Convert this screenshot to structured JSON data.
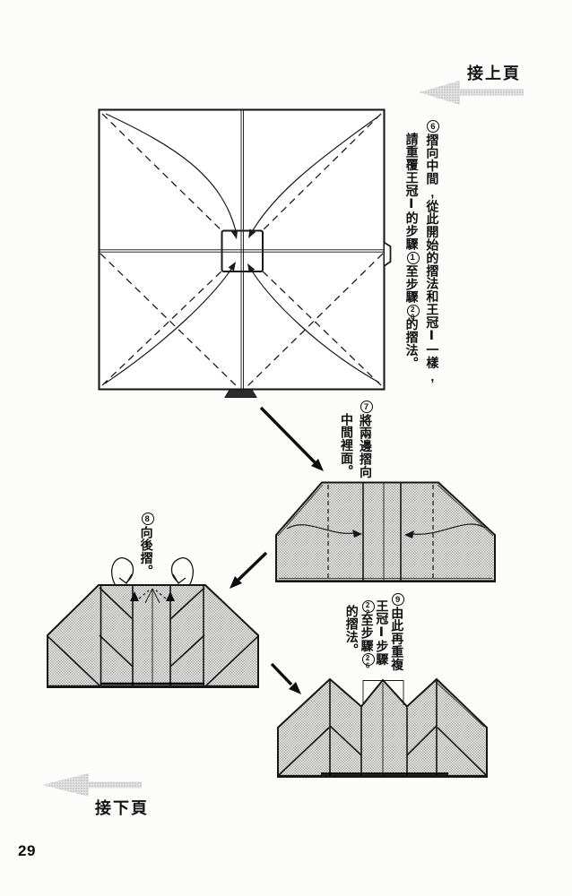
{
  "page": {
    "number": "29",
    "prev_page_label": "接上頁",
    "next_page_label": "接下頁"
  },
  "steps": {
    "s6": {
      "num": "6",
      "line1": "摺向中間,從此開始的摺法和王冠Ⅰ一樣,",
      "line2a": "請重覆王冠Ⅰ的步驟",
      "ref1": "1",
      "line2b": "至步驟",
      "ref2": "20",
      "line2c": "的摺法。"
    },
    "s7": {
      "num": "7",
      "line1": "將兩邊摺向",
      "line2": "中間裡面。"
    },
    "s8": {
      "num": "8",
      "line1": "向後摺。"
    },
    "s9": {
      "num": "9",
      "line1": "由此再重複",
      "line2": "王冠Ⅰ步驟",
      "ref1": "22",
      "line3": "至步驟",
      "ref2": "26",
      "line4": "的摺法。"
    }
  },
  "colors": {
    "line": "#1a1a1a",
    "halftone_gray": "#a6a6a6",
    "nav_arrow_gray": "#c7c7c7"
  }
}
